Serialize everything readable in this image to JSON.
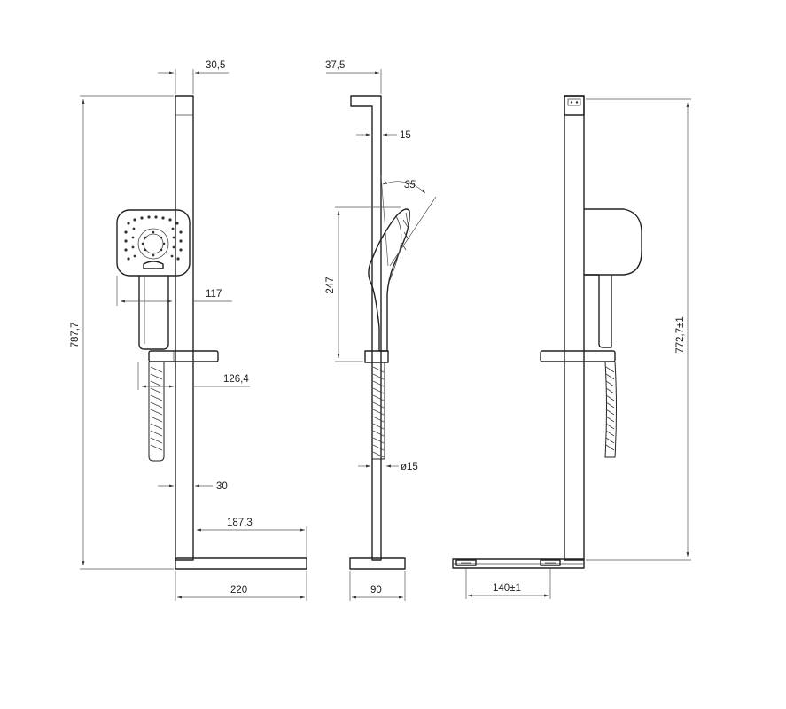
{
  "dimensions": {
    "front": {
      "top_width": "30,5",
      "overall_height": "787,7",
      "head_offset": "117",
      "holder_offset": "126,4",
      "bar_offset": "30",
      "base_offset": "187,3",
      "base_width": "220"
    },
    "side": {
      "top_width": "37,5",
      "bar_depth": "15",
      "head_angle": "35",
      "handset_length": "247",
      "hose_diameter": "ø15",
      "base_depth": "90"
    },
    "back": {
      "overall_height": "772,7±1",
      "mount_spacing": "140±1"
    }
  }
}
